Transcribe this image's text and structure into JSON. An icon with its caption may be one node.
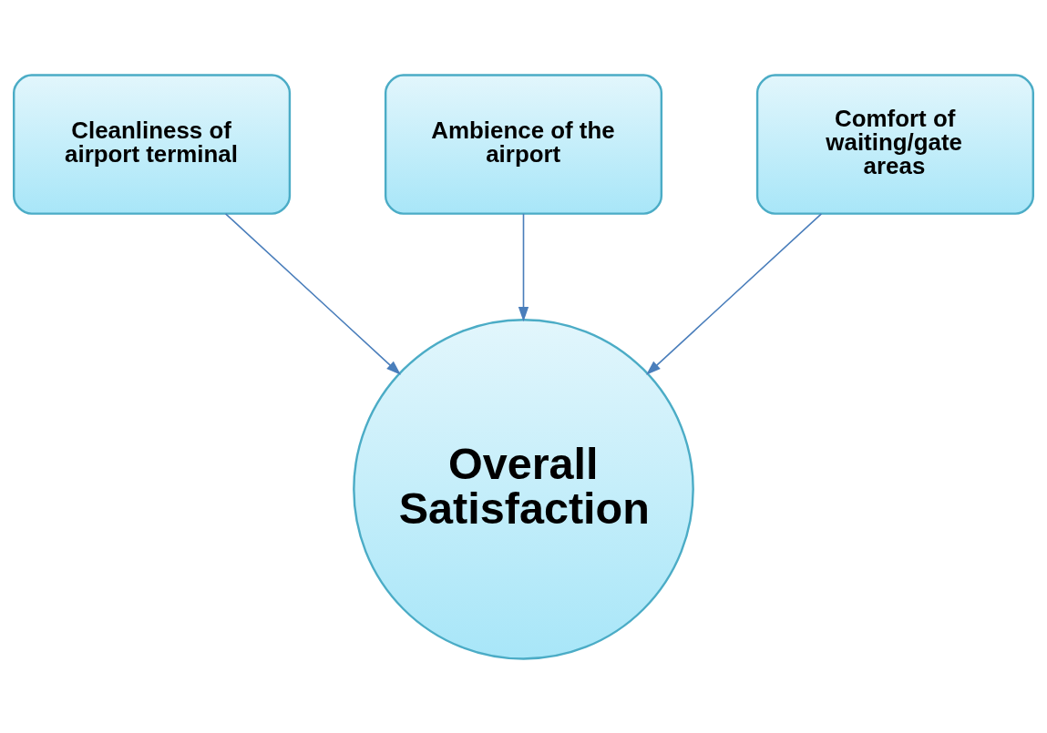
{
  "diagram": {
    "nodes": [
      {
        "text": [
          "Cleanliness of airport terminal"
        ]
      },
      {
        "text": [
          "Ambience of the airport"
        ]
      },
      {
        "text": [
          "Comfort of waiting/gate areas"
        ]
      },
      {
        "text": [
          "Overall Satisfaction"
        ]
      }
    ],
    "edges": [
      {
        "from": 0,
        "to": 3,
        "arrow": "to"
      },
      {
        "from": 1,
        "to": 3,
        "arrow": "to"
      },
      {
        "from": 2,
        "to": 3,
        "arrow": "to"
      }
    ]
  }
}
